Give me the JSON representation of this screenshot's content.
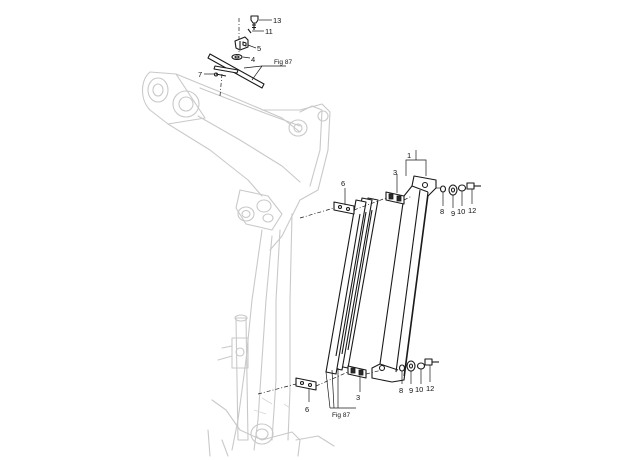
{
  "callouts": {
    "c13": "13",
    "c11": "11",
    "c5": "5",
    "c4": "4",
    "c7": "7",
    "c1": "1",
    "c3_top": "3",
    "c6_top": "6",
    "c8_top": "8",
    "c9_top": "9",
    "c10_top": "10",
    "c12_top": "12",
    "c8_bot": "8",
    "c9_bot": "9",
    "c10_bot": "10",
    "c12_bot": "12",
    "c6_bot": "6",
    "c3_bot": "3"
  },
  "figure_refs": {
    "top": "Fig 87",
    "bottom": "Fig 87"
  }
}
